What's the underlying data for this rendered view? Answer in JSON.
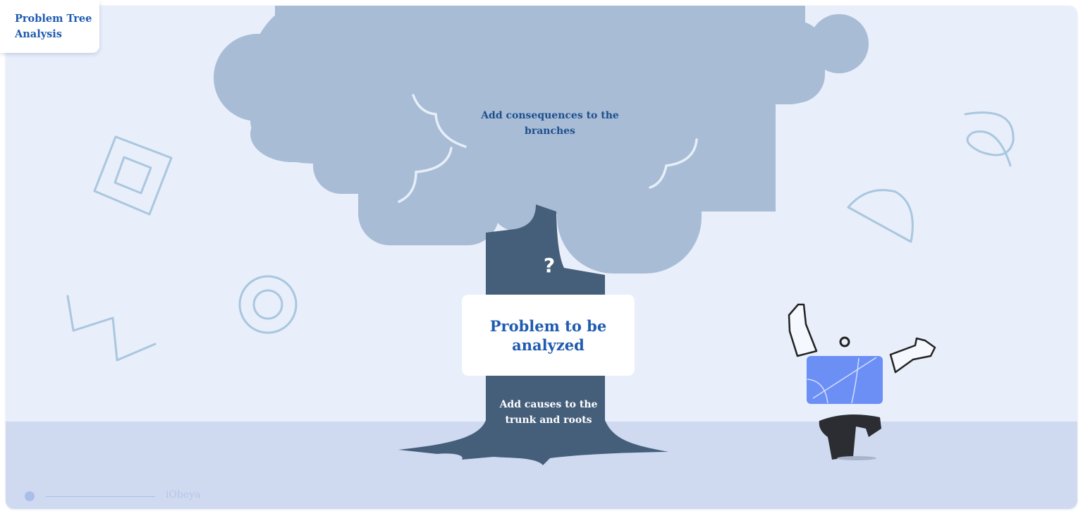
{
  "header": {
    "title": "Problem Tree Analysis"
  },
  "canvas": {
    "branches_label": "Add consequences to the branches",
    "question_mark": "?",
    "problem_card": "Problem to be analyzed",
    "roots_label": "Add causes to the trunk and roots"
  },
  "footer": {
    "brand": "iObeya"
  },
  "colors": {
    "background": "#e8eefa",
    "ground": "#cfdaf0",
    "canopy": "#a8bcd6",
    "trunk": "#455f7b",
    "accent_text": "#1f5bb0",
    "doodle": "#a9c7df",
    "character_body": "#6b8ff5"
  },
  "icons": {
    "decorations": [
      "square-doodle-icon",
      "zigzag-doodle-icon",
      "circle-doodle-icon",
      "loop-doodle-icon",
      "half-circle-doodle-icon",
      "person-illustration"
    ]
  }
}
